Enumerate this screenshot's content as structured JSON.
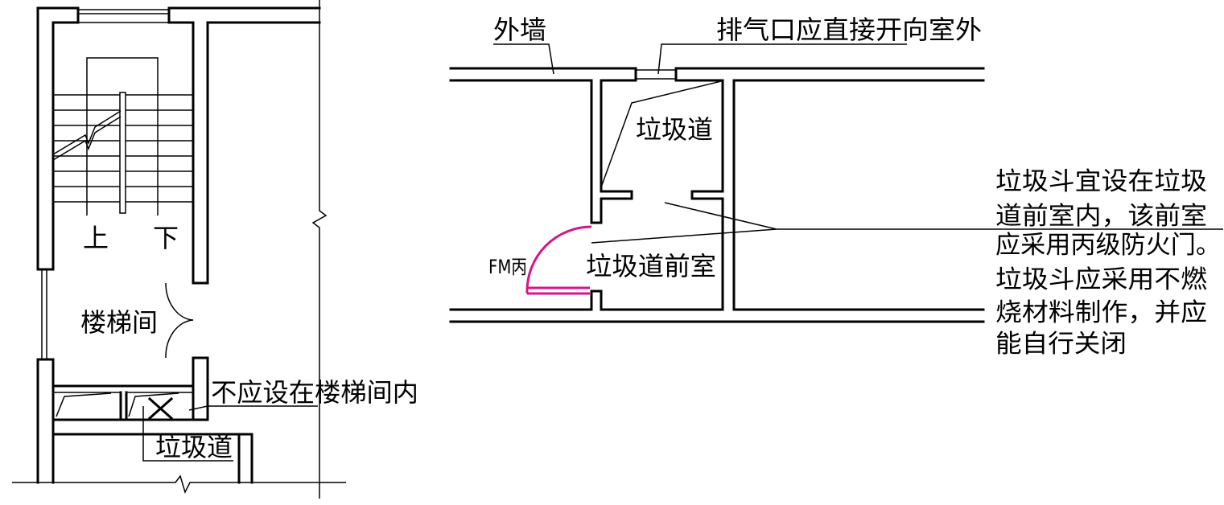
{
  "left_plan": {
    "up_label": "上",
    "down_label": "下",
    "stairwell_label": "楼梯间",
    "note_not_in_stairwell": "不应设在楼梯间内",
    "chute_label": "垃圾道"
  },
  "right_plan": {
    "outer_wall_label": "外墙",
    "vent_note": "排气口应直接开向室外",
    "chute_label": "垃圾道",
    "anteroom_label": "垃圾道前室",
    "door_label": "FM丙",
    "notes": [
      "垃圾斗宜设在垃圾",
      "道前室内，该前室",
      "应采用丙级防火门。",
      "垃圾斗应采用不燃",
      "烧材料制作，并应",
      "能自行关闭"
    ]
  },
  "colors": {
    "line": "#000000",
    "fire_door": "#d4168b",
    "background": "#ffffff"
  }
}
